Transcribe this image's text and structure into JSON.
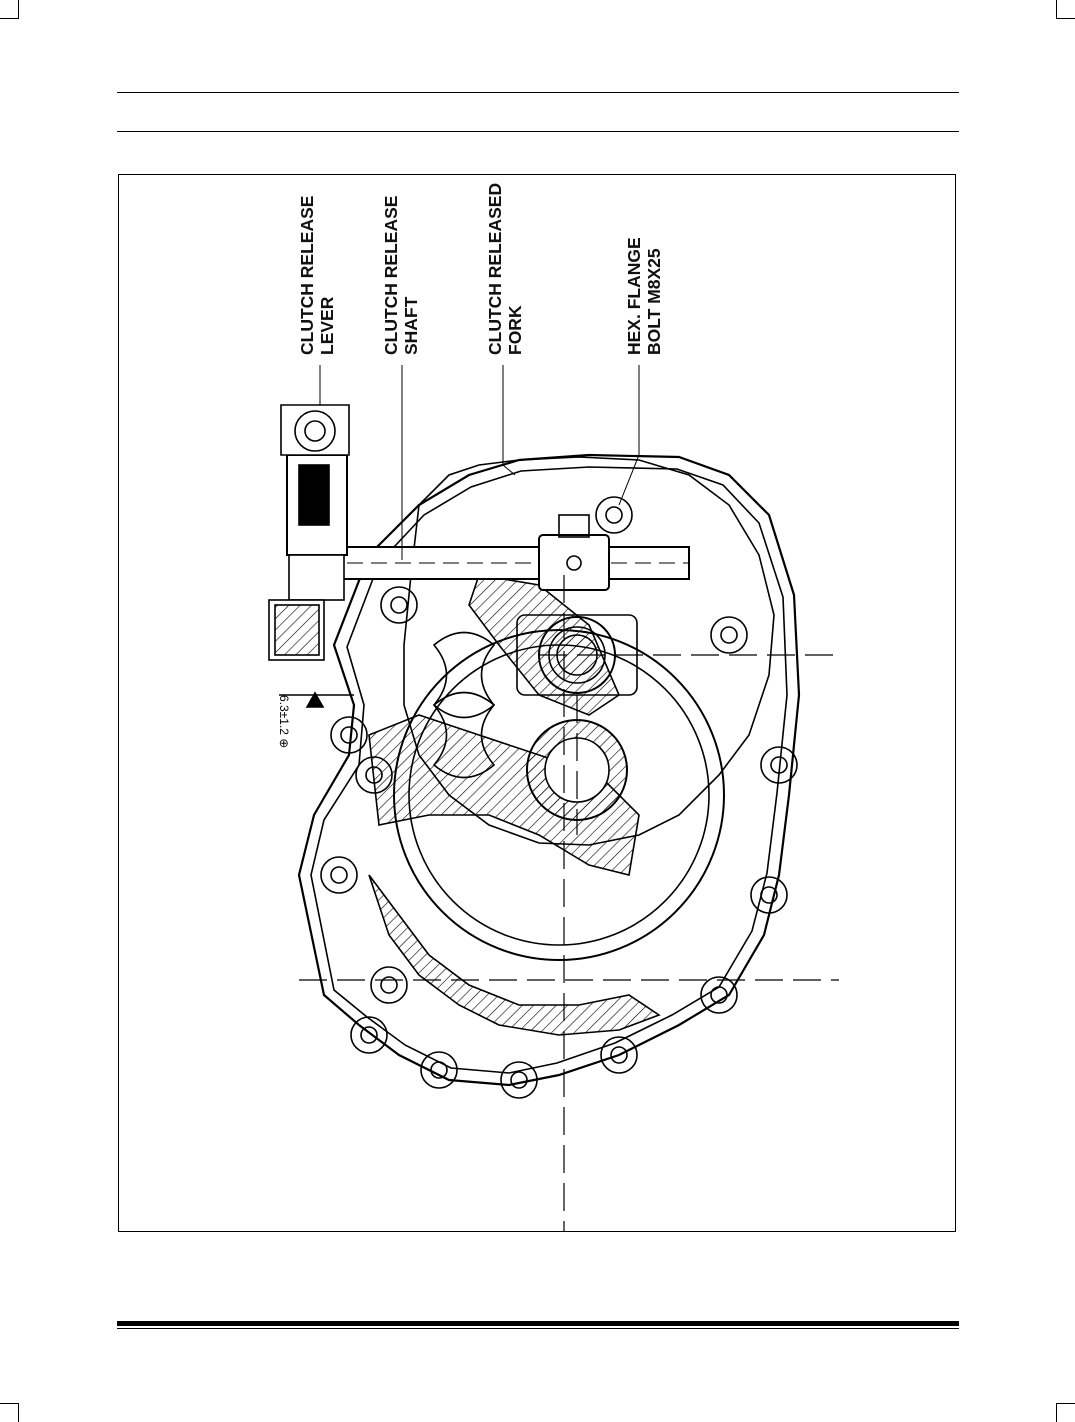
{
  "callouts": [
    {
      "line1": "CLUTCH RELEASE",
      "line2": "LEVER"
    },
    {
      "line1": "CLUTCH RELEASE",
      "line2": "SHAFT"
    },
    {
      "line1": "CLUTCH RELEASED",
      "line2": "FORK"
    },
    {
      "line1": "HEX. FLANGE",
      "line2": "BOLT M8X25"
    }
  ],
  "dimension": {
    "value": "6.3±1.2",
    "symbol": "⊕"
  },
  "colors": {
    "ink": "#000000",
    "paper": "#ffffff"
  }
}
